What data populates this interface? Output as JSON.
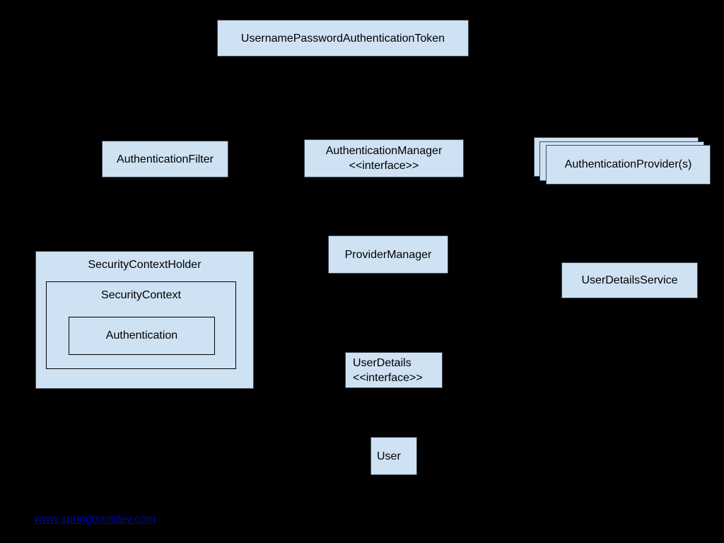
{
  "page": {
    "background": "#000000",
    "box_fill": "#cfe2f3",
    "inner_border_color": "#000000",
    "text_color": "#000000",
    "link_color": "#0000bb"
  },
  "nodes": {
    "token": {
      "label": "UsernamePasswordAuthenticationToken"
    },
    "authentication_filter": {
      "label": "AuthenticationFilter"
    },
    "authentication_manager": {
      "label": "AuthenticationManager",
      "stereotype": "<<interface>>"
    },
    "authentication_providers": {
      "label": "AuthenticationProvider(s)"
    },
    "provider_manager": {
      "label": "ProviderManager"
    },
    "user_details_service": {
      "label": "UserDetailsService"
    },
    "security_context_holder": {
      "label": "SecurityContextHolder"
    },
    "security_context": {
      "label": "SecurityContext"
    },
    "authentication": {
      "label": "Authentication"
    },
    "user_details": {
      "label": "UserDetails",
      "stereotype": "<<interface>>"
    },
    "user": {
      "label": "User"
    }
  },
  "footer": {
    "link_text": "www.springbootdev.com"
  }
}
